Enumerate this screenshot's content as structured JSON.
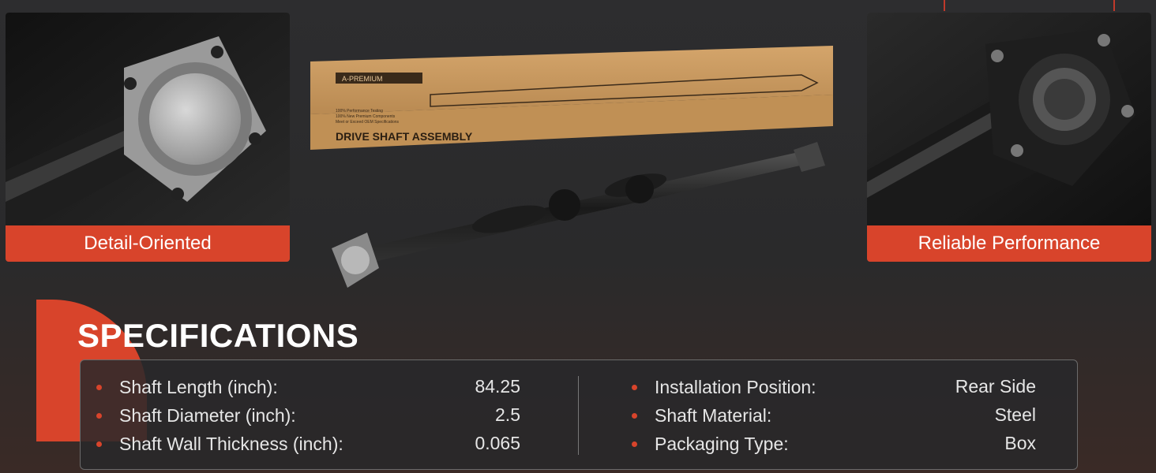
{
  "panels": {
    "left_caption": "Detail-Oriented",
    "right_caption": "Reliable Performance"
  },
  "hero": {
    "box_brand": "A-PREMIUM",
    "box_title": "DRIVE SHAFT ASSEMBLY",
    "box_small_lines": [
      "100% Performance Testing",
      "100% New Premium Components",
      "Meet or Exceed OEM Specifications"
    ]
  },
  "specs": {
    "title": "SPECIFICATIONS",
    "left": [
      {
        "label": "Shaft Length (inch):",
        "value": "84.25"
      },
      {
        "label": "Shaft Diameter (inch):",
        "value": "2.5"
      },
      {
        "label": "Shaft Wall Thickness (inch):",
        "value": "0.065"
      }
    ],
    "right": [
      {
        "label": "Installation Position:",
        "value": "Rear Side"
      },
      {
        "label": "Shaft Material:",
        "value": "Steel"
      },
      {
        "label": "Packaging Type:",
        "value": "Box"
      }
    ]
  },
  "colors": {
    "accent": "#d8442b",
    "background": "#2d2d2f",
    "text": "#e6e6e6"
  },
  "icons": [
    "bullet-dot-icon"
  ]
}
